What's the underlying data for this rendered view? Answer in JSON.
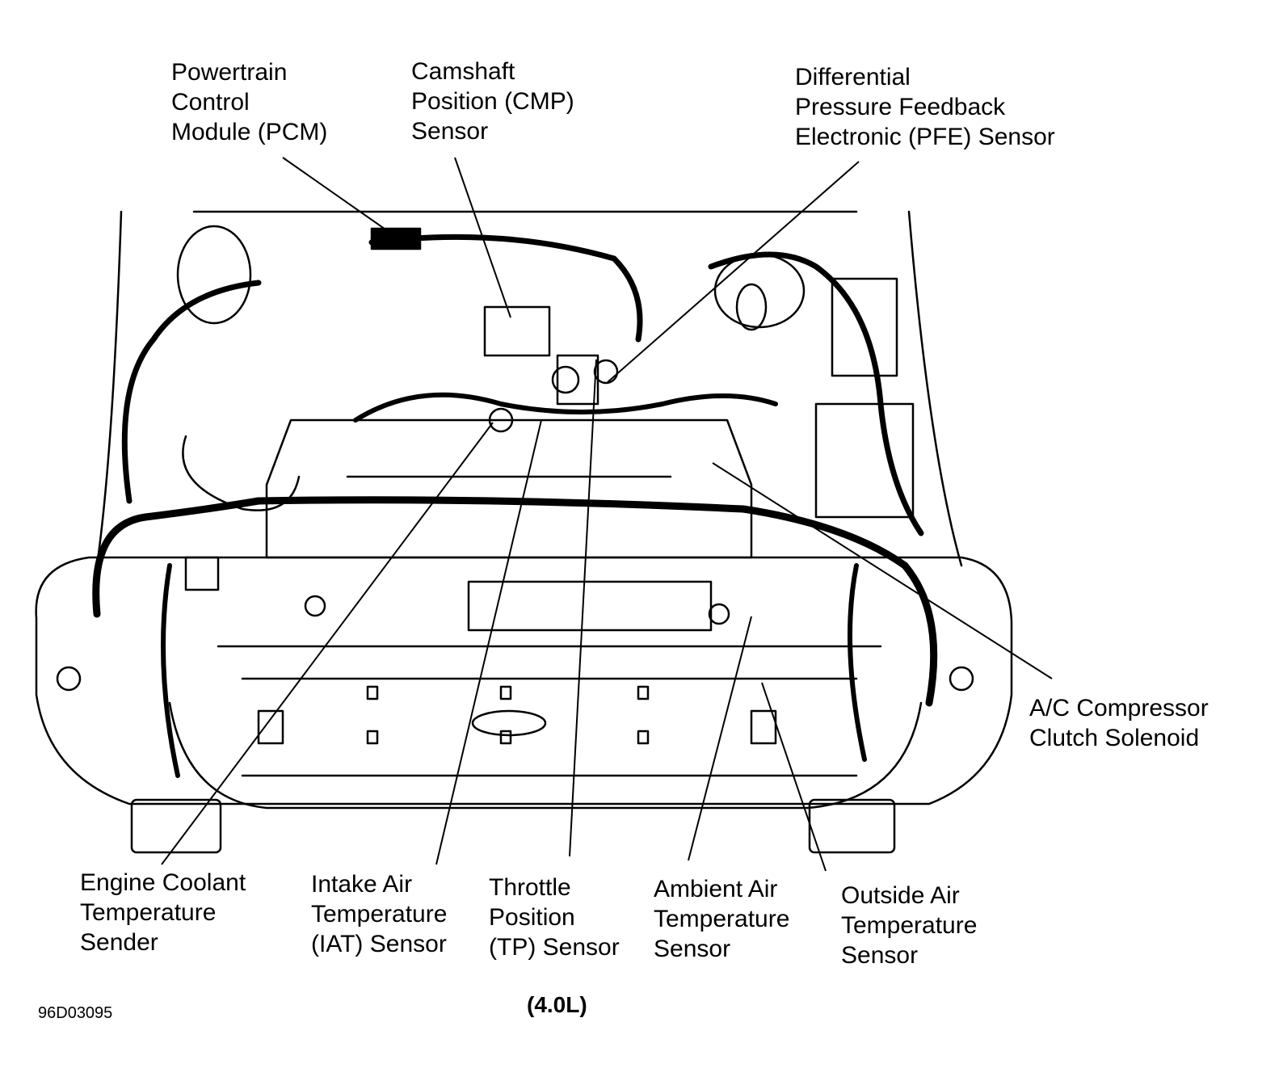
{
  "labels": {
    "pcm": [
      "Powertrain",
      "Control",
      "Module (PCM)"
    ],
    "cmp": [
      "Camshaft",
      "Position (CMP)",
      "Sensor"
    ],
    "pfe": [
      "Differential",
      "Pressure Feedback",
      "Electronic (PFE) Sensor"
    ],
    "ac": [
      "A/C Compressor",
      "Clutch Solenoid"
    ],
    "ect": [
      "Engine Coolant",
      "Temperature",
      "Sender"
    ],
    "iat": [
      "Intake Air",
      "Temperature",
      "(IAT) Sensor"
    ],
    "tp": [
      "Throttle",
      "Position",
      "(TP) Sensor"
    ],
    "ambient": [
      "Ambient Air",
      "Temperature",
      "Sensor"
    ],
    "outside": [
      "Outside Air",
      "Temperature",
      "Sensor"
    ]
  },
  "caption": "(4.0L)",
  "figure_code": "96D03095"
}
